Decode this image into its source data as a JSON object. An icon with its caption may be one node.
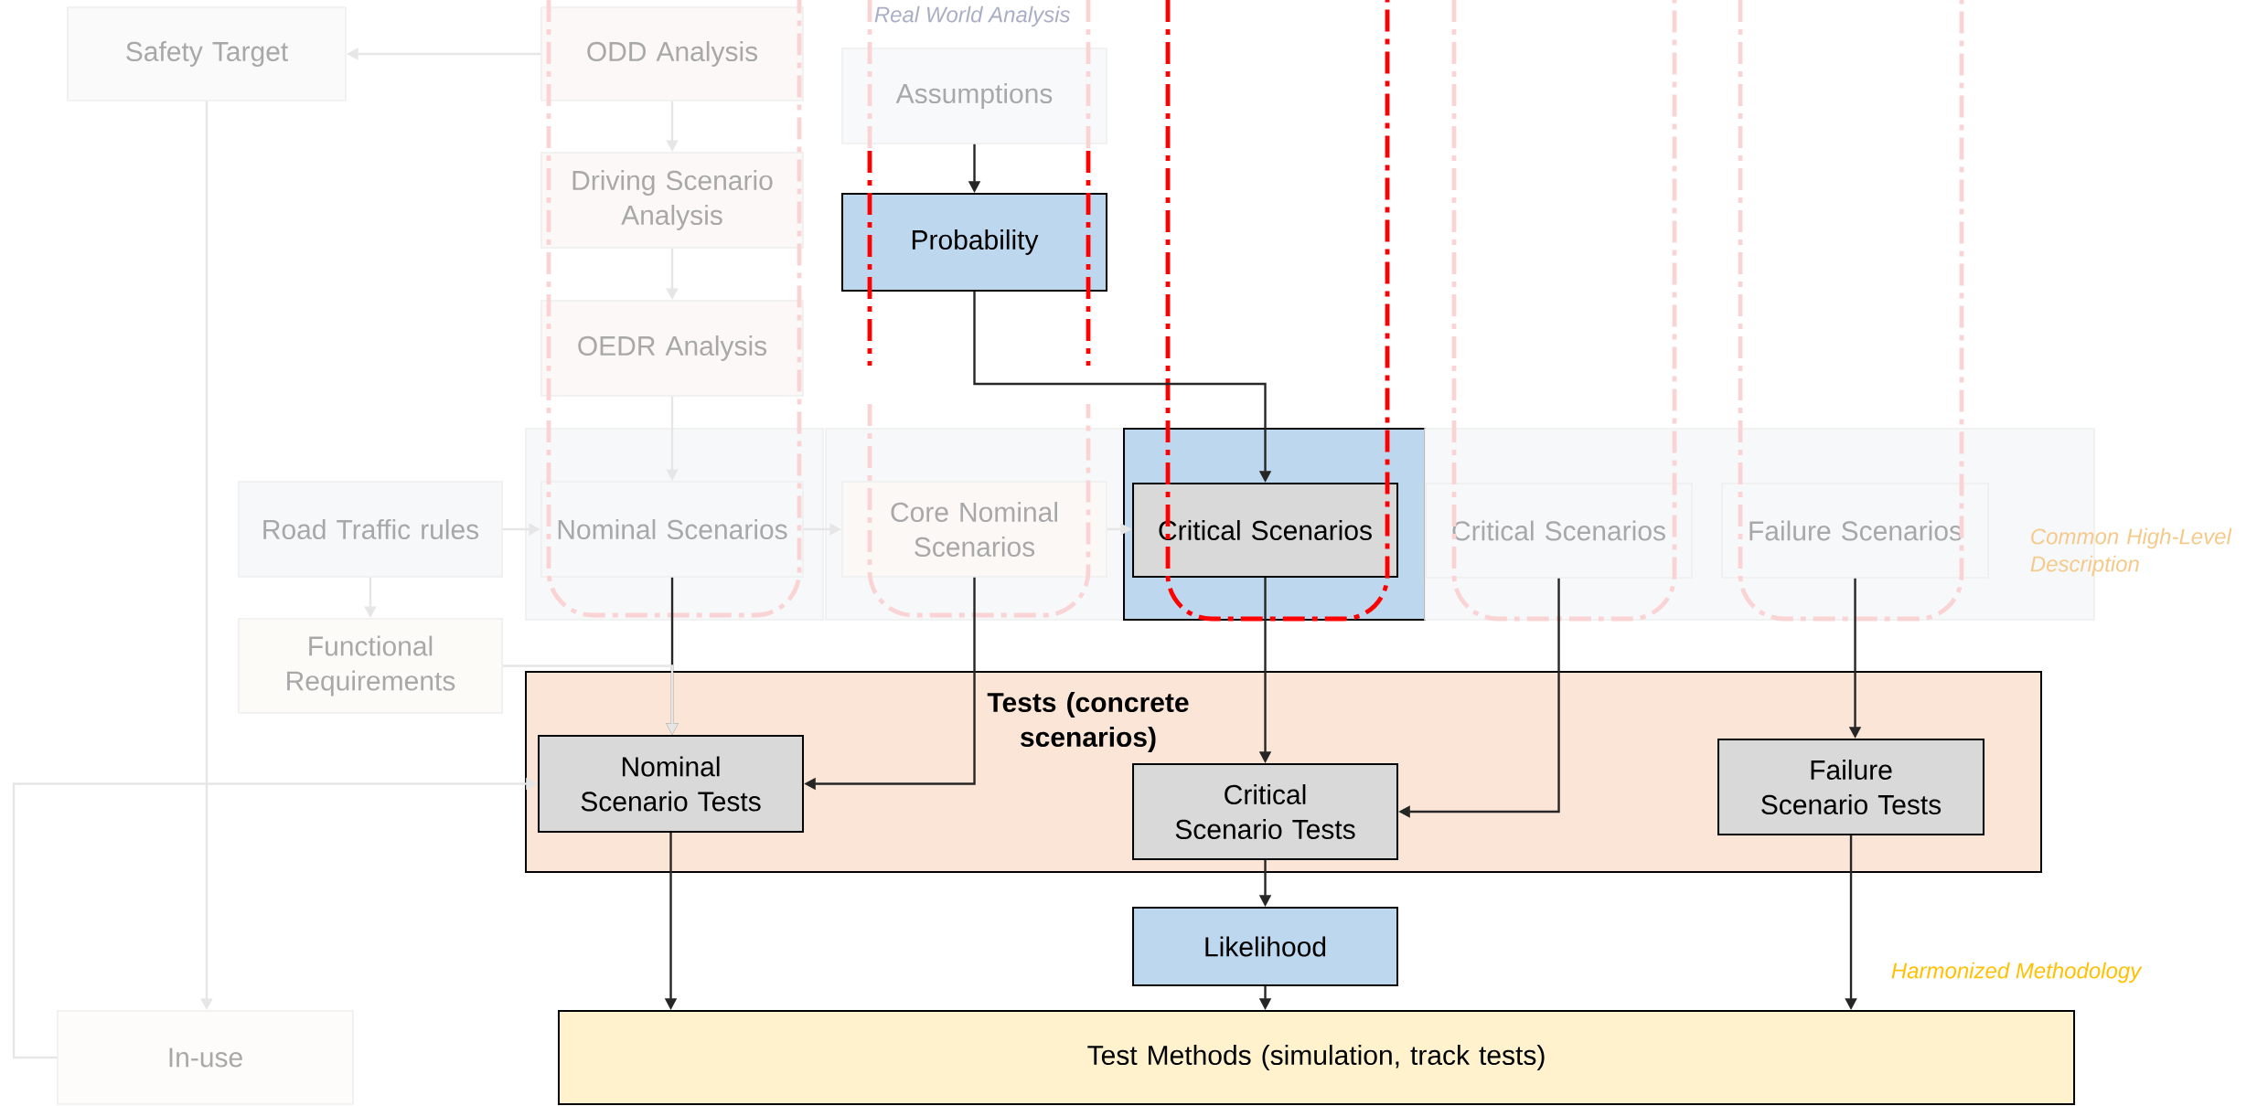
{
  "diagram": {
    "nodes": [
      {
        "text": [
          "Safety Target"
        ]
      },
      {
        "text": [
          "ODD Analysis"
        ]
      },
      {
        "text": [
          "Assumptions"
        ]
      },
      {
        "text": [
          "Driving Scenario Analysis"
        ]
      },
      {
        "text": [
          "Probability"
        ]
      },
      {
        "text": [
          "OEDR Analysis"
        ]
      },
      {
        "text": [],
        "shape": "box"
      },
      {
        "text": [],
        "shape": "box"
      },
      {
        "text": [],
        "shape": "box"
      },
      {
        "text": [],
        "shape": "box"
      },
      {
        "text": [
          "Road Traffic rules"
        ]
      },
      {
        "text": [
          "Nominal Scenarios"
        ],
        "in": 6
      },
      {
        "text": [
          "Core Nominal Scenarios"
        ],
        "in": 7
      },
      {
        "text": [
          "Critical Scenarios"
        ],
        "in": 8
      },
      {
        "text": [
          "Critical Scenarios"
        ],
        "in": 9
      },
      {
        "text": [
          "Failure Scenarios"
        ],
        "in": 9
      },
      {
        "text": [
          "Functional Requirements"
        ]
      },
      {
        "text": [
          "Tests (concrete scenarios)"
        ]
      },
      {
        "text": [
          "Nominal Scenario Tests"
        ],
        "in": 17
      },
      {
        "text": [
          "Critical Scenario Tests"
        ],
        "in": 17
      },
      {
        "text": [
          "Failure Scenario Tests"
        ],
        "in": 17
      },
      {
        "text": [
          "Likelihood"
        ]
      },
      {
        "text": [
          "In-use"
        ]
      },
      {
        "text": [
          "Test Methods (simulation, track tests)"
        ]
      }
    ],
    "edges": [
      {
        "from": 1,
        "to": 0,
        "arrow": "to",
        "color": "#e6e6e6"
      },
      {
        "from": 1,
        "to": 3,
        "arrow": "to",
        "color": "#e6e6e6"
      },
      {
        "from": 3,
        "to": 5,
        "arrow": "to",
        "color": "#e6e6e6"
      },
      {
        "from": 5,
        "to": 11,
        "arrow": "to",
        "color": "#e6e6e6"
      },
      {
        "from": 0,
        "to": 22,
        "arrow": "to",
        "color": "#e6e6e6"
      },
      {
        "from": 10,
        "to": 11,
        "arrow": "to",
        "color": "#e6e6e6"
      },
      {
        "from": 10,
        "to": 16,
        "arrow": "to",
        "color": "#e6e6e6"
      },
      {
        "from": 11,
        "to": 12,
        "arrow": "to",
        "color": "#e6e6e6"
      },
      {
        "from": 12,
        "to": 13,
        "arrow": "to",
        "color": "#e6e6e6"
      },
      {
        "from": 2,
        "to": 4,
        "arrow": "to",
        "color": "#262626"
      },
      {
        "from": 4,
        "to": 13,
        "arrow": "to",
        "color": "#262626"
      },
      {
        "from": 11,
        "to": 18,
        "arrow": "to",
        "color": "#262626"
      },
      {
        "from": 16,
        "to": 18,
        "arrow": "to",
        "color": "#e6e6e6"
      },
      {
        "from": 12,
        "to": 18,
        "arrow": "to",
        "color": "#262626"
      },
      {
        "from": 13,
        "to": 19,
        "arrow": "to",
        "color": "#262626"
      },
      {
        "from": 14,
        "to": 19,
        "arrow": "to",
        "color": "#262626"
      },
      {
        "from": 15,
        "to": 20,
        "arrow": "to",
        "color": "#262626"
      },
      {
        "from": 22,
        "to": 18,
        "arrow": "to",
        "color": "#e6e6e6"
      },
      {
        "from": 18,
        "to": 23,
        "arrow": "to",
        "color": "#262626"
      },
      {
        "from": 19,
        "to": 21,
        "arrow": "to",
        "color": "#262626"
      },
      {
        "from": 21,
        "to": 23,
        "arrow": "to",
        "color": "#262626"
      },
      {
        "from": 20,
        "to": 23,
        "arrow": "to",
        "color": "#262626"
      }
    ],
    "labels": [
      "Real World Analysis",
      "Common High-Level Description",
      "Harmonized Methodology"
    ]
  }
}
